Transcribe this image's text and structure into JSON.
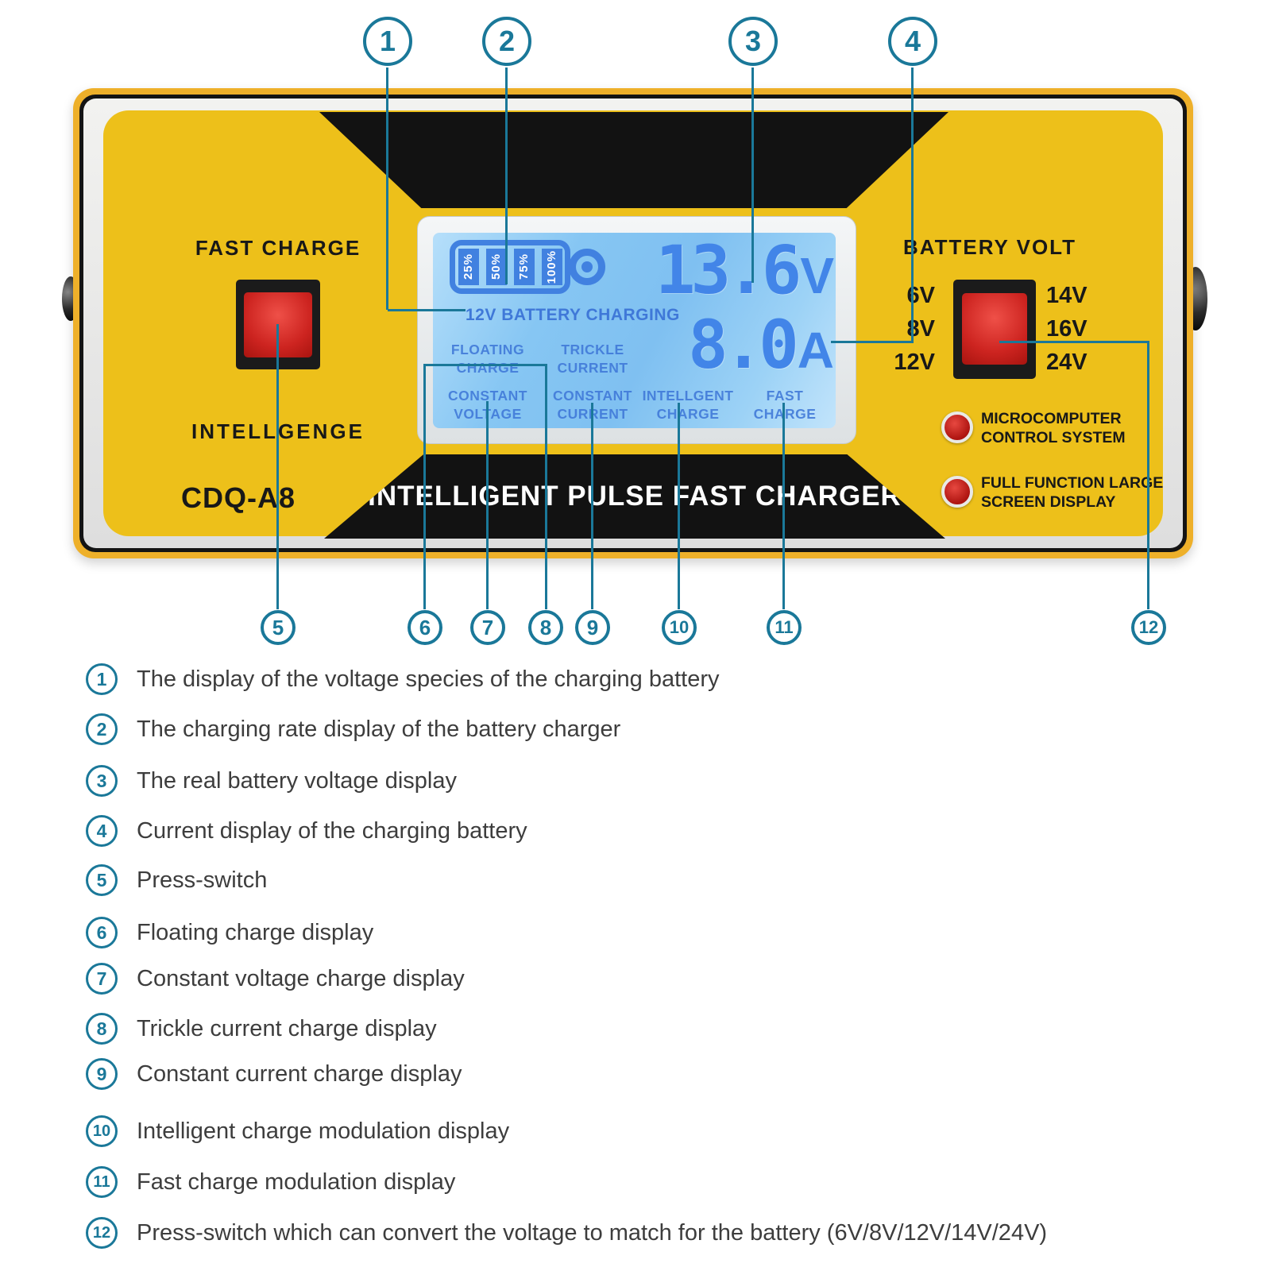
{
  "colors": {
    "teal": "#1a7899",
    "body_gold": "#eeb02a",
    "panel_yellow": "#edc01a",
    "black": "#141414",
    "lcd_screen_blue": "#86c6f3",
    "lcd_text_blue": "#3f78d8",
    "segment_blue": "#4285e8",
    "button_red": "#cf2722",
    "indicator_red": "#c6231e",
    "banner_text": "#ffffff",
    "legend_text": "#3d3d3d"
  },
  "callouts": {
    "top": [
      "1",
      "2",
      "3",
      "4"
    ],
    "bottom": [
      "5",
      "6",
      "7",
      "8",
      "9",
      "10",
      "11",
      "12"
    ]
  },
  "device": {
    "left_label": "FAST CHARGE",
    "left_sublabel": "INTELLGENGE",
    "model": "CDQ-A8",
    "banner_title": "INTELLIGENT PULSE FAST CHARGER",
    "right_label": "BATTERY VOLT",
    "voltages_left": [
      "6V",
      "8V",
      "12V"
    ],
    "voltages_right": [
      "14V",
      "16V",
      "24V"
    ],
    "indicator1_line1": "MICROCOMPUTER",
    "indicator1_line2": "CONTROL SYSTEM",
    "indicator2_line1": "FULL FUNCTION LARGE",
    "indicator2_line2": "SCREEN DISPLAY"
  },
  "lcd": {
    "battery_levels": [
      "25%",
      "50%",
      "75%",
      "100%"
    ],
    "status": "12V BATTERY CHARGING",
    "modes": [
      [
        "FLOATING",
        "CHARGE"
      ],
      [
        "TRICKLE",
        "CURRENT"
      ],
      [
        "CONSTANT",
        "VOLTAGE"
      ],
      [
        "CONSTANT",
        "CURRENT"
      ],
      [
        "INTELLGENT",
        "CHARGE"
      ],
      [
        "FAST",
        "CHARGE"
      ]
    ],
    "voltage_value": "13.6",
    "voltage_unit": "V",
    "current_value": "8.0",
    "current_unit": "A"
  },
  "legend": {
    "items": [
      {
        "num": "1",
        "text": "The display of the voltage species of the charging battery"
      },
      {
        "num": "2",
        "text": "The charging rate display of the battery charger"
      },
      {
        "num": "3",
        "text": "The real battery voltage display"
      },
      {
        "num": "4",
        "text": "Current display of the charging battery"
      },
      {
        "num": "5",
        "text": "Press-switch"
      },
      {
        "num": "6",
        "text": "Floating charge display"
      },
      {
        "num": "7",
        "text": "Constant voltage charge display"
      },
      {
        "num": "8",
        "text": "Trickle current charge display"
      },
      {
        "num": "9",
        "text": "Constant current charge display"
      },
      {
        "num": "10",
        "text": "Intelligent charge modulation display"
      },
      {
        "num": "11",
        "text": "Fast charge modulation display"
      },
      {
        "num": "12",
        "text": "Press-switch which can convert the voltage to match for the battery (6V/8V/12V/14V/24V)"
      }
    ]
  }
}
